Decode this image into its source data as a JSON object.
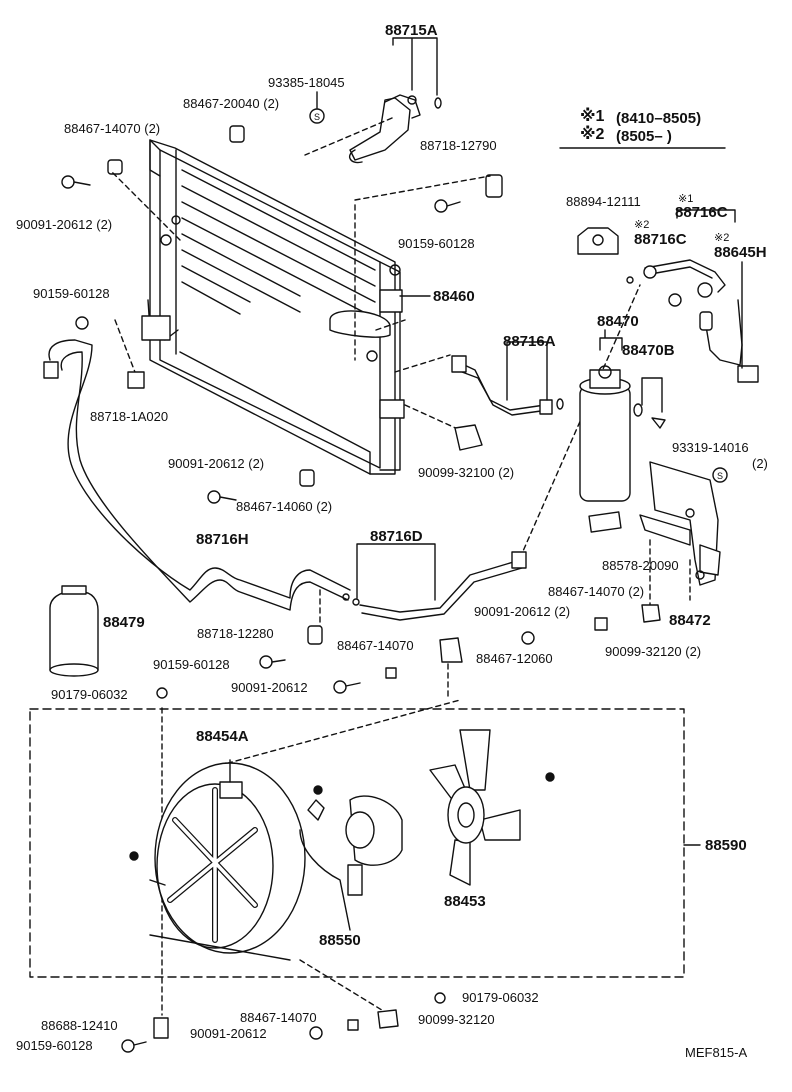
{
  "legend": {
    "row1_mark": "※1",
    "row1_text": "(8410–8505)",
    "row2_mark": "※2",
    "row2_text": "(8505–        )"
  },
  "labels": {
    "p88715A": "88715A",
    "p93385_18045": "93385-18045",
    "p88467_20040": "88467-20040 (2)",
    "p88467_14070_top": "88467-14070 (2)",
    "p90091_20612_top": "90091-20612 (2)",
    "p88718_12790": "88718-12790",
    "p90159_60128_a": "90159-60128",
    "p88894_12111": "88894-12111",
    "p88716C_1_mark": "※1",
    "p88716C_1": "88716C",
    "p88716C_2_mark": "※2",
    "p88716C_2": "88716C",
    "p88645H_mark": "※2",
    "p88645H": "88645H",
    "p88460": "88460",
    "p90159_60128_b": "90159-60128",
    "p88470": "88470",
    "p88716A": "88716A",
    "p88470B": "88470B",
    "p88718_1A020": "88718-1A020",
    "p93319_14016": "93319-14016",
    "p93319_14016_qty": "(2)",
    "p90091_20612_mid": "90091-20612 (2)",
    "p90099_32100": "90099-32100 (2)",
    "p88467_14060": "88467-14060 (2)",
    "p88716H": "88716H",
    "p88716D": "88716D",
    "p88578_20090": "88578-20090",
    "p88467_14070_r": "88467-14070 (2)",
    "p90091_20612_r": "90091-20612 (2)",
    "p88472": "88472",
    "p88479": "88479",
    "p88718_12280": "88718-12280",
    "p88467_14070_c": "88467-14070",
    "p88467_12060": "88467-12060",
    "p90099_32120_r": "90099-32120 (2)",
    "p90159_60128_c": "90159-60128",
    "p90091_20612_c": "90091-20612",
    "p90179_06032_a": "90179-06032",
    "p88454A": "88454A",
    "p88590": "88590",
    "p88453": "88453",
    "p88550": "88550",
    "p90179_06032_b": "90179-06032",
    "p88467_14070_b": "88467-14070",
    "p90099_32120_b": "90099-32120",
    "p88688_12410": "88688-12410",
    "p90091_20612_b": "90091-20612",
    "p90159_60128_d": "90159-60128",
    "drawing_id": "MEF815-A"
  }
}
